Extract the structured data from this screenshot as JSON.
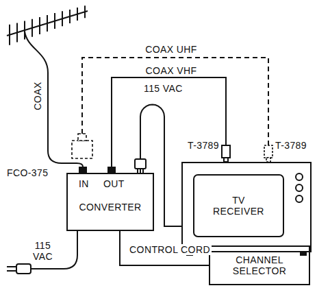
{
  "diagram": {
    "nodes": [
      {
        "text": [
          "IN",
          "OUT",
          "CONVERTER"
        ]
      },
      {
        "text": [
          "TV RECEIVER"
        ]
      },
      {
        "text": [
          "CHANNEL SELECTOR"
        ]
      }
    ],
    "edges": [
      {
        "from": 0,
        "to": 1,
        "arrow": "none",
        "label": "COAX VHF"
      },
      {
        "from": 0,
        "to": 1,
        "arrow": "none",
        "label": "115 VAC"
      },
      {
        "from": 0,
        "to": 2,
        "arrow": "none",
        "label": "CONTROL CORD"
      }
    ],
    "labels": [
      "COAX UHF",
      "COAX",
      "FCO-375",
      "T-3789",
      "T-3789",
      "115 VAC"
    ]
  }
}
